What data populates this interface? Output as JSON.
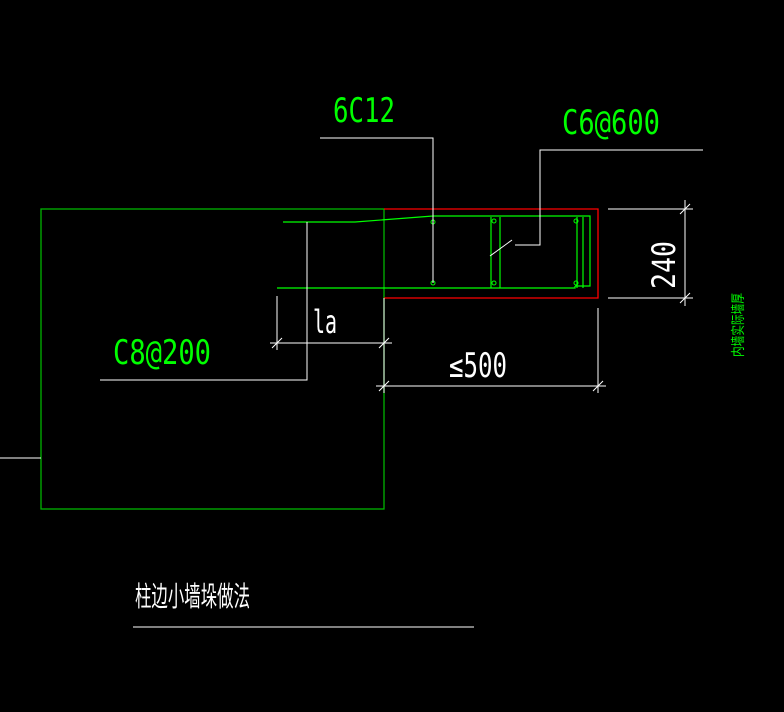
{
  "drawing": {
    "title": "柱边小墙垛做法",
    "labels": {
      "main_bars": "6C12",
      "tie_spacing": "C6@600",
      "anchor_bars": "C8@200",
      "anchorage": "la",
      "max_length": "≤500",
      "wall_thickness": "240",
      "note": "内墙实际墙厚"
    },
    "colors": {
      "background": "#000000",
      "outline_green": "#00b400",
      "rebar_green": "#00ff00",
      "text_green": "#00ff00",
      "leader_white": "#ffffff",
      "boundary_red": "#ff0000"
    }
  }
}
